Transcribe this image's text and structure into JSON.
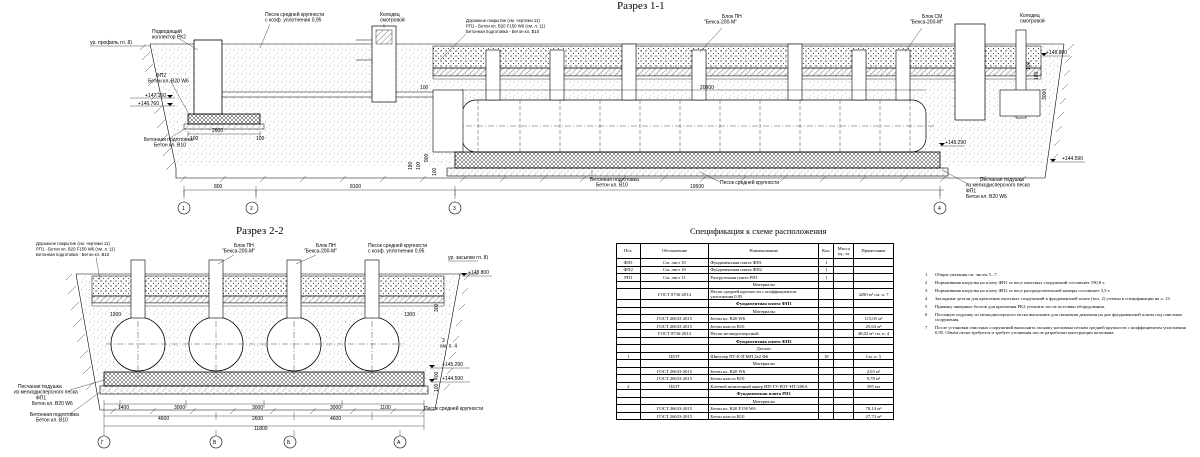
{
  "section1": {
    "title": "Разрез 1-1",
    "labels": {
      "ground_level": "ур. профиль гл. 8)",
      "pipe": "Подводящий\nколлектор РК2",
      "sand": "Песок средней крупности\nс коэф. уплотнения 0,95",
      "well": "Колодец\nсмотровой",
      "road": "Дорожное покрытие (см. чертежи 11)",
      "rp1": "РП1 - Бетон кл. В20 F150 W6 (см. л. 11)",
      "rp1b": "Бетонная подготовка - Бетон кл. В10",
      "block_pn": "Блок ПН\n\"Бекса-200-М\"",
      "block_sm": "Блок СМ\n\"Бекса-200-М\"",
      "well2": "Колодец\nсмотровой",
      "fp2": "ФП2\nБетон кл. В20 W6",
      "base": "Бетонная подготовка\nБетон кл. В10",
      "base2": "Бетонная подготовка\nБетон кл. В10",
      "sand2": "Песок средней крупности",
      "cushion": "Песчаная подушка\nиз мелкодисперсного песка",
      "fp1": "ФП1\nБетон кл. В20 W6"
    },
    "elevations": [
      "+148.800",
      "+147.160",
      "+146.760",
      "+145.290",
      "+144.590"
    ],
    "dims": [
      "2600",
      "100",
      "100",
      "20800",
      "100",
      "2600",
      "8100",
      "19500",
      "100",
      "3000",
      "900",
      "100",
      "180",
      "180",
      "100",
      "800",
      "100"
    ],
    "axes": [
      "1",
      "2",
      "3",
      "4"
    ]
  },
  "section2": {
    "title": "Разрез 2-2",
    "labels": {
      "road": "Дорожное покрытие (см. чертежи 11)",
      "rp1": "РП1 - Бетон кл. В20 F150 W6 (см. л. 11)",
      "rp1b": "Бетонная подготовка - Бетон кл. В10",
      "block_pn1": "Блок ПН\n\"Бекса-200-М\"",
      "block_pn2": "Блок ПН\n\"Бекса-200-М\"",
      "sand": "Песок средней крупности\nс коэф. уплотнения 0,95",
      "ground": "ур. засыпки гл. 8)",
      "cushion": "Песчаная подушка\nиз мелкодисперсного песка",
      "fp1": "ФП1\nБетон кл. В20 W6",
      "base": "Бетонная подготовка\nБетон кл. В10",
      "sand2": "Песок средней крупности",
      "note3": "3\nсм. п. 4"
    },
    "elevations": [
      "+148.800",
      "+145.290",
      "+144.590"
    ],
    "dims": [
      "1300",
      "1300",
      "1400",
      "3000",
      "3000",
      "3000",
      "1100",
      "4600",
      "2600",
      "4600",
      "11800",
      "300",
      "100",
      "400"
    ],
    "axes": [
      "Г",
      "В",
      "Б",
      "А"
    ]
  },
  "spec": {
    "title": "Спецификация к схеме расположения",
    "headers": [
      "Поз.",
      "Обозначение",
      "Наименование",
      "Кол.",
      "Масса ед., кг",
      "Примечание"
    ],
    "rows": [
      {
        "type": "row",
        "cells": [
          "ФП1",
          "См. лист 10",
          "Фундаментная плита ФП1",
          "1",
          "",
          ""
        ]
      },
      {
        "type": "row",
        "cells": [
          "ФП2",
          "См. лист 10",
          "Фундаментная плита ФП2",
          "1",
          "",
          ""
        ]
      },
      {
        "type": "row",
        "cells": [
          "РП1",
          "См. лист 11",
          "Разгрузочная плита РП1",
          "1",
          "",
          ""
        ]
      },
      {
        "type": "sub",
        "cells": [
          "Материалы"
        ]
      },
      {
        "type": "row",
        "cells": [
          "",
          "ГОСТ 8736-2014",
          "Песок средней крупности с коэффициентом уплотнения 0,95",
          "",
          "",
          "4290 м³ см. п. 7"
        ]
      },
      {
        "type": "sec",
        "cells": [
          "Фундаментная плита ФП1"
        ]
      },
      {
        "type": "sub",
        "cells": [
          "Материалы"
        ]
      },
      {
        "type": "row",
        "cells": [
          "",
          "ГОСТ 26633-2015",
          "Бетон кл. В20 W6",
          "",
          "",
          "115,05 м³"
        ]
      },
      {
        "type": "row",
        "cells": [
          "",
          "ГОСТ 26633-2015",
          "Бетон класса В10",
          "",
          "",
          "25,64 м³"
        ]
      },
      {
        "type": "row",
        "cells": [
          "",
          "ГОСТ 8736-2014",
          "Песок мелкодисперсный",
          "",
          "",
          "48,02 м³ см. п. 4"
        ]
      },
      {
        "type": "sec",
        "cells": [
          "Фундаментная плита ФП2"
        ]
      },
      {
        "type": "sub",
        "cells": [
          "Детали"
        ]
      },
      {
        "type": "row",
        "cells": [
          "1",
          "ШЛТ",
          "Швеллер ПТ-Е-П МП 2х2 Ф6",
          "18",
          "",
          "См. п. 5"
        ]
      },
      {
        "type": "sub",
        "cells": [
          "Материалы"
        ]
      },
      {
        "type": "row",
        "cells": [
          "",
          "ГОСТ 26633-2015",
          "Бетон кл. В20 W6",
          "",
          "",
          "2,03 м³"
        ]
      },
      {
        "type": "row",
        "cells": [
          "",
          "ГОСТ 26633-2015",
          "Бетон класса В10",
          "",
          "",
          "9,78 м³"
        ]
      },
      {
        "type": "row",
        "cells": [
          "2",
          "ШЛТ",
          "Клеевой шпилечный анкер НП-ТУ-ВТГ-НТ-200А",
          "",
          "",
          "395 мл"
        ]
      },
      {
        "type": "sec",
        "cells": [
          "Фундаментная плита РП1"
        ]
      },
      {
        "type": "sub",
        "cells": [
          "Материалы"
        ]
      },
      {
        "type": "row",
        "cells": [
          "",
          "ГОСТ 26633-2015",
          "Бетон кл. В20 F150 W6",
          "",
          "",
          "78,14 м³"
        ]
      },
      {
        "type": "row",
        "cells": [
          "",
          "ГОСТ 26633-2015",
          "Бетон класса В10",
          "",
          "",
          "27,73 м³"
        ]
      }
    ]
  },
  "notes": [
    {
      "n": "1",
      "text": "Общие указания см. листы 5...7."
    },
    {
      "n": "2",
      "text": "Нормативная нагрузка на плиту ФП1 от веса очистных сооружений составляет 190,8 т."
    },
    {
      "n": "3",
      "text": "Нормативная нагрузка на плиту ФП2 от веса распределительной камеры составляет 3,5 т."
    },
    {
      "n": "4",
      "text": "Закладные детали для крепления очистных сооружений к фундаментной плите (поз. 2) учтены в спецификации на л. 13."
    },
    {
      "n": "5",
      "text": "Приямку анкерных болтов для крепления РК2 уточнить после поставки оборудования."
    },
    {
      "n": "6",
      "text": "Песчаную подушку из мелкодисперсного песка выполнять для снижения давления на дно фундаментной плиты под очистные сооружения."
    },
    {
      "n": "7",
      "text": "После установки очистных сооружений выполнить засыпку котлована песком средней крупности с коэффициентом уплотнения 0,95. Объём песка требуется и требует уточнения после разработки конструкции котлована."
    }
  ]
}
